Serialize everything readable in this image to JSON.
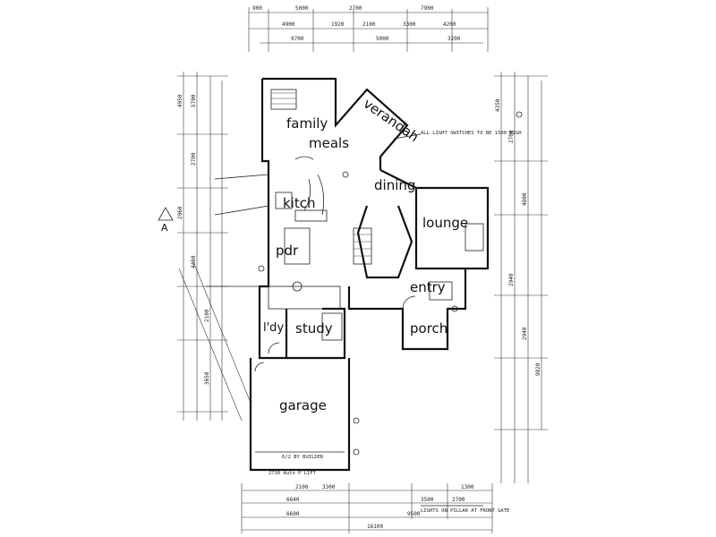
{
  "rooms": {
    "family": "family",
    "meals": "meals",
    "verandah": "verandah",
    "dining": "dining",
    "kitch": "kitch",
    "lounge": "lounge",
    "pdr": "pdr",
    "entry": "entry",
    "ldy": "l'dy",
    "study": "study",
    "porch": "porch",
    "garage": "garage"
  },
  "section_marker": "A",
  "dims_top": {
    "row1": [
      "900",
      "5000",
      "2700",
      "7900"
    ],
    "row2": [
      "4900",
      "1920",
      "2100",
      "3300",
      "4200"
    ],
    "row3": [
      "9700",
      "5000",
      "3200"
    ]
  },
  "dims_bottom": {
    "row1": [
      "2100",
      "3300",
      "1300"
    ],
    "row2": [
      "6640",
      "3500",
      "2700"
    ],
    "row3": [
      "6600",
      "9500"
    ],
    "total": "16100"
  },
  "dims_left": [
    "4950",
    "5700",
    "2700",
    "2960",
    "4450",
    "2100",
    "3650"
  ],
  "dims_right": [
    "4350",
    "2700",
    "4800",
    "2940",
    "2940",
    "9820"
  ],
  "notes": {
    "garage_width": "2710 Auto P'LIFT",
    "garage_note": "6/2 BY BUILDER",
    "lights": "LIGHTS ON PILLAR AT FRONT GATE",
    "veranda_note": "ALL LIGHT SWITCHES TO BE 1500 HIGH"
  }
}
